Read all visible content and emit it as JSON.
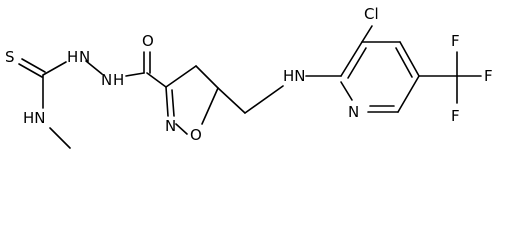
{
  "atoms": {
    "S": "S",
    "HN_thio": "HN",
    "HN_a": "H",
    "N_a": "N",
    "N_b": "N",
    "H_b": "H",
    "O_carbonyl": "O",
    "N_ring": "N",
    "O_ring": "O",
    "HN_link": "HN",
    "Cl": "Cl",
    "N_pyr": "N",
    "F1": "F",
    "F2": "F",
    "F3": "F"
  }
}
